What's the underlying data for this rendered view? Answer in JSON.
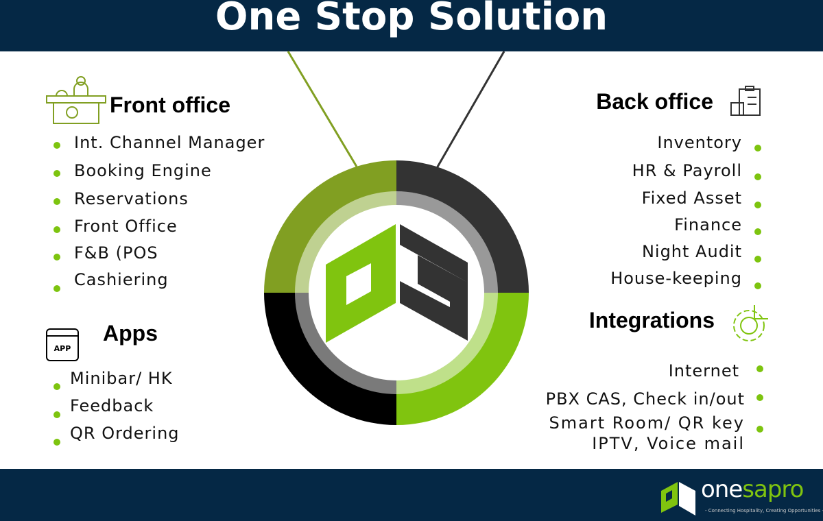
{
  "title": "One Stop Solution",
  "front_office": {
    "heading": "Front office",
    "items": [
      "Int. Channel Manager",
      "Booking Engine",
      "Reservations",
      "Front Office",
      "F&B (POS",
      "Cashiering"
    ]
  },
  "apps": {
    "heading": "Apps",
    "icon_label": "APP",
    "items": [
      "Minibar/ HK",
      "Feedback",
      "QR Ordering"
    ]
  },
  "back_office": {
    "heading": "Back office",
    "items": [
      "Inventory",
      "HR & Payroll",
      "Fixed Asset",
      "Finance",
      "Night Audit",
      "House-keeping"
    ]
  },
  "integrations": {
    "heading": "Integrations",
    "items": [
      "Internet",
      "PBX CAS, Check in/out",
      "Smart Room/ QR key",
      "IPTV, Voice mail"
    ]
  },
  "footer": {
    "brand_one": "one",
    "brand_sapro": "sapro",
    "tagline": "- Connecting Hospitality, Creating Opportunities -"
  },
  "colors": {
    "navy": "#052845",
    "green": "#7dc40f",
    "olive": "#819f22",
    "dark": "#333333"
  }
}
